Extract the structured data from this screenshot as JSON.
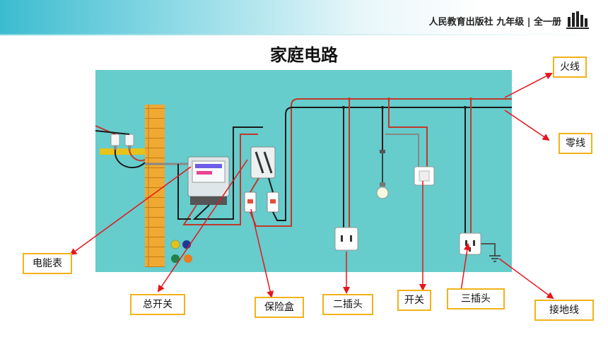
{
  "header": {
    "publisher": "人民教育出版社 九年级 | 全一册",
    "logo_icon": "books-icon"
  },
  "title": "家庭电路",
  "labels": {
    "live_wire": "火线",
    "neutral_wire": "零线",
    "meter": "电能表",
    "main_switch": "总开关",
    "fuse_box": "保险盒",
    "two_pin_socket": "二插头",
    "switch": "开关",
    "three_pin_socket": "三插头",
    "ground_wire": "接地线"
  },
  "colors": {
    "panel": "#66cccc",
    "live_wire": "#c0392b",
    "neutral_wire": "#1a1a1a",
    "arrow": "#e8141b",
    "label_border": "#f2b21a",
    "wall": "#f0a933"
  }
}
